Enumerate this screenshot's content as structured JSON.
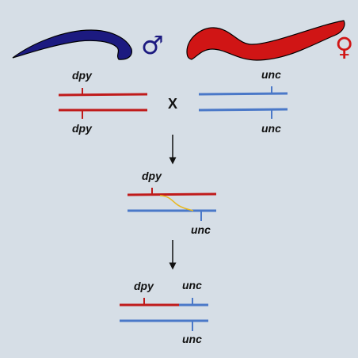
{
  "colors": {
    "background": "#d6dee6",
    "male_worm": "#1c1a80",
    "female_worm": "#d01515",
    "dpy_chromosome": "#c01a1a",
    "unc_chromosome": "#4a78c8",
    "crossover": "#e8b820",
    "arrow": "#111111"
  },
  "male": {
    "symbol": "♂"
  },
  "female": {
    "symbol": "♀"
  },
  "cross_symbol": "X",
  "parents": {
    "dpy_top": "dpy",
    "dpy_bottom": "dpy",
    "unc_top": "unc",
    "unc_bottom": "unc"
  },
  "f1": {
    "dpy": "dpy",
    "unc": "unc"
  },
  "recombinant": {
    "dpy": "dpy",
    "unc_top": "unc",
    "unc_bottom": "unc"
  }
}
